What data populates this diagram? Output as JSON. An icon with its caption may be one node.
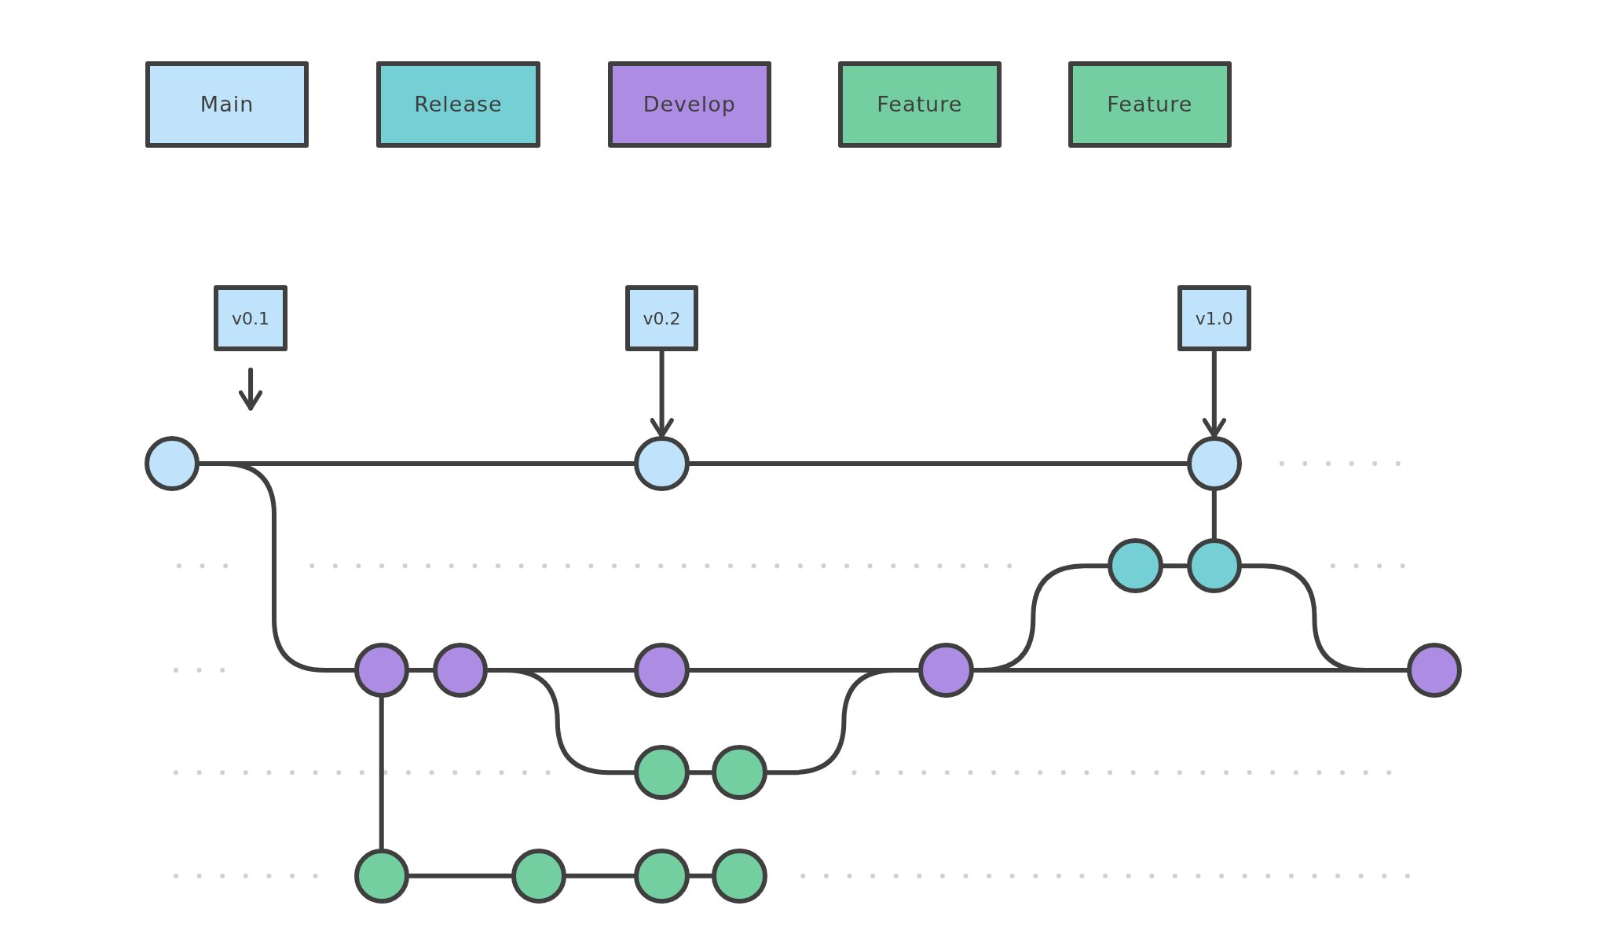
{
  "diagram": {
    "nodes": [
      {
        "text": [
          "v0.1"
        ]
      },
      {
        "text": [
          "v0.2"
        ]
      },
      {
        "text": [
          "v1.0"
        ]
      },
      {
        "text": [],
        "shape": "circle"
      },
      {
        "text": [],
        "shape": "circle"
      },
      {
        "text": [],
        "shape": "circle"
      },
      {
        "text": [],
        "shape": "circle"
      },
      {
        "text": [],
        "shape": "circle"
      },
      {
        "text": [],
        "shape": "circle"
      },
      {
        "text": [],
        "shape": "circle"
      },
      {
        "text": [],
        "shape": "circle"
      },
      {
        "text": [],
        "shape": "circle"
      },
      {
        "text": [],
        "shape": "circle"
      },
      {
        "text": [],
        "shape": "circle"
      },
      {
        "text": [],
        "shape": "circle"
      },
      {
        "text": [],
        "shape": "circle"
      },
      {
        "text": [],
        "shape": "circle"
      },
      {
        "text": [],
        "shape": "circle"
      },
      {
        "text": [],
        "shape": "circle"
      }
    ],
    "edges": [
      {
        "from": 0,
        "to": null,
        "arrow": "to"
      },
      {
        "from": 1,
        "to": 4,
        "arrow": "to"
      },
      {
        "from": 2,
        "to": 5,
        "arrow": "to"
      },
      {
        "from": 3,
        "to": 4,
        "arrow": "none"
      },
      {
        "from": 4,
        "to": 5,
        "arrow": "none"
      },
      {
        "from": 3,
        "to": 8,
        "arrow": "none"
      },
      {
        "from": 5,
        "to": 7,
        "arrow": "none"
      },
      {
        "from": 11,
        "to": 6,
        "arrow": "none"
      },
      {
        "from": 6,
        "to": 7,
        "arrow": "none"
      },
      {
        "from": 7,
        "to": 12,
        "arrow": "none"
      },
      {
        "from": 8,
        "to": 9,
        "arrow": "none"
      },
      {
        "from": 9,
        "to": 10,
        "arrow": "none"
      },
      {
        "from": 10,
        "to": 11,
        "arrow": "none"
      },
      {
        "from": 11,
        "to": 12,
        "arrow": "none"
      },
      {
        "from": 9,
        "to": 13,
        "arrow": "none"
      },
      {
        "from": 13,
        "to": 14,
        "arrow": "none"
      },
      {
        "from": 14,
        "to": 11,
        "arrow": "none"
      },
      {
        "from": 8,
        "to": 15,
        "arrow": "none"
      },
      {
        "from": 15,
        "to": 16,
        "arrow": "none"
      },
      {
        "from": 16,
        "to": 17,
        "arrow": "none"
      },
      {
        "from": 17,
        "to": 18,
        "arrow": "none"
      }
    ],
    "legend": [
      {
        "text": "Main",
        "color": "#bfe3fa"
      },
      {
        "text": "Release",
        "color": "#74d0d4"
      },
      {
        "text": "Develop",
        "color": "#ad8de3"
      },
      {
        "text": "Feature",
        "color": "#73cfa0"
      },
      {
        "text": "Feature",
        "color": "#73cfa0"
      }
    ]
  }
}
